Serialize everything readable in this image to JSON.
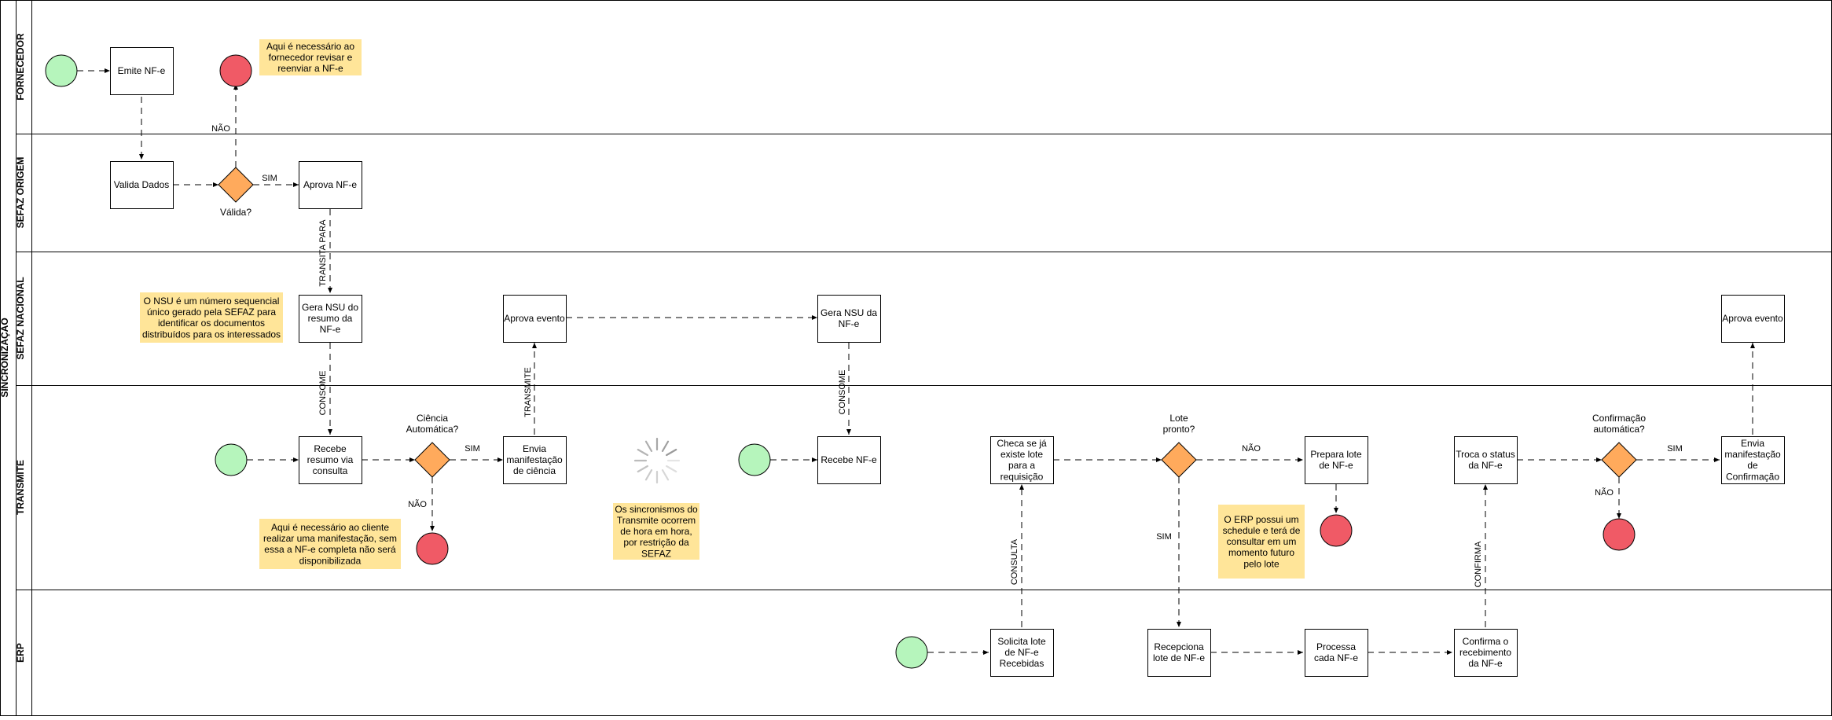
{
  "pool": {
    "title": "SINCRONIZAÇÃO"
  },
  "lanes": {
    "fornecedor": "FORNECEDOR",
    "sefaz_origem": "SEFAZ ORIGEM",
    "sefaz_nacional": "SEFAZ NACIONAL",
    "transmite": "TRANSMITE",
    "erp": "ERP"
  },
  "tasks": {
    "emite_nfe": [
      "Emite NF-e"
    ],
    "valida_dados": [
      "Valida Dados"
    ],
    "aprova_nfe": [
      "Aprova NF-e"
    ],
    "gera_nsu_resumo": [
      "Gera NSU do",
      "resumo da",
      "NF-e"
    ],
    "aprova_evento_1": [
      "Aprova evento"
    ],
    "gera_nsu_nfe": [
      "Gera NSU da",
      "NF-e"
    ],
    "aprova_evento_2": [
      "Aprova evento"
    ],
    "recebe_resumo": [
      "Recebe",
      "resumo via",
      "consulta"
    ],
    "envia_ciencia": [
      "Envia",
      "manifestação",
      "de ciência"
    ],
    "recebe_nfe": [
      "Recebe NF-e"
    ],
    "checa_lote": [
      "Checa se já",
      "existe lote",
      "para a",
      "requisição"
    ],
    "prepara_lote": [
      "Prepara lote",
      "de NF-e"
    ],
    "troca_status": [
      "Troca o status",
      "da NF-e"
    ],
    "envia_confirmacao": [
      "Envia",
      "manifestação",
      "de",
      "Confirmação"
    ],
    "solicita_lote": [
      "Solicita lote",
      "de NF-e",
      "Recebidas"
    ],
    "recepciona_lote": [
      "Recepciona",
      "lote de NF-e"
    ],
    "processa_nfe": [
      "Processa",
      "cada NF-e"
    ],
    "confirma_recebimento": [
      "Confirma o",
      "recebimento",
      "da NF-e"
    ]
  },
  "gateways": {
    "valida": [
      "Válida?"
    ],
    "ciencia": [
      "Ciência",
      "Automática?"
    ],
    "lote": [
      "Lote",
      "pronto?"
    ],
    "confirmacao": [
      "Confirmação",
      "automática?"
    ]
  },
  "edge_labels": {
    "nao_fornecedor": "NÃO",
    "sim_valida": "SIM",
    "transita_para": "TRANSITA PARA",
    "consome_1": "CONSOME",
    "sim_ciencia": "SIM",
    "nao_ciencia": "NÃO",
    "transmite": "TRANSMITE",
    "consome_2": "CONSOME",
    "nao_lote": "NÃO",
    "sim_lote": "SIM",
    "consulta": "CONSULTA",
    "confirma": "CONFIRMA",
    "sim_confirmacao": "SIM",
    "nao_confirmacao": "NÃO"
  },
  "notes": {
    "revisar": [
      "Aqui é necessário ao",
      "fornecedor revisar e",
      "reenviar a NF-e"
    ],
    "nsu": [
      "O NSU é um número sequencial",
      "único gerado pela SEFAZ para",
      "identificar os documentos",
      "distribuídos para os interessados"
    ],
    "manifestacao": [
      "Aqui é necessário ao cliente",
      "realizar uma manifestação, sem",
      "essa a NF-e completa não será",
      "disponibilizada"
    ],
    "sincronismo": [
      "Os sincronismos do",
      "Transmite ocorrem",
      "de hora em hora,",
      "por restrição da",
      "SEFAZ"
    ],
    "schedule": [
      "O ERP possui um",
      "schedule e terá de",
      "consultar em um",
      "momento futuro",
      "pelo lote"
    ]
  },
  "colors": {
    "start": "#b6f5bc",
    "end": "#f05a66",
    "gateway": "#ffaa5c",
    "note": "#ffe599",
    "line": "#000000",
    "spinner": "#9a9a9a"
  }
}
